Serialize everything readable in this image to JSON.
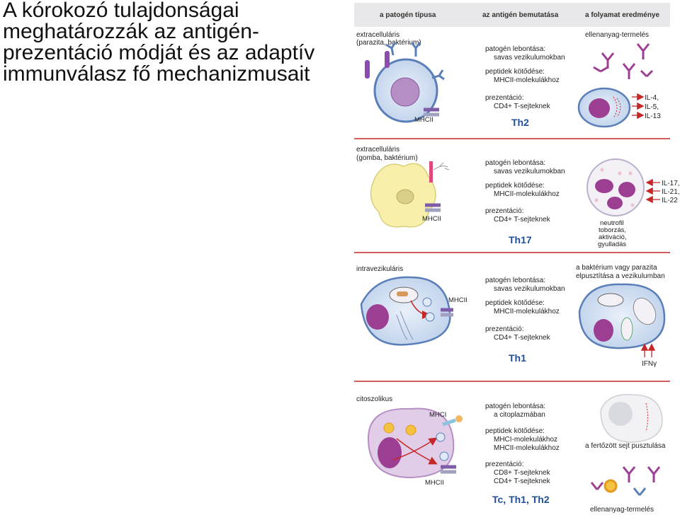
{
  "title": "A kórokozó tulajdonságai meghatározzák az antigén-prezentáció módját és az adaptív immunválasz fő mechanizmusait",
  "header": {
    "col1": "a patogén típusa",
    "col2": "az antigén bemutatása",
    "col3": "a folyamat eredménye"
  },
  "colors": {
    "header_bg": "#e8e8ea",
    "divider": "#c62828",
    "cell_fill": "#cfdcef",
    "cell_stroke": "#5a7fb8",
    "nucleus": "#9c3f93",
    "label_blue": "#1f4f9a"
  },
  "rows": [
    {
      "pathogen_line1": "extracelluláris",
      "pathogen_line2": "(parazita, baktérium)",
      "mhc": "MHCII",
      "degradation_label": "patogén lebontása:",
      "degradation_value": "savas vezikulumokban",
      "binding_label": "peptidek kötődése:",
      "binding_value1": "MHCII-molekulákhoz",
      "binding_value2": "",
      "presentation_label": "prezentáció:",
      "presentation_value1": "CD4+ T-sejteknek",
      "presentation_value2": "",
      "cell_type": "Th2",
      "outcome_label": "ellenanyag-termelés",
      "cytokines": [
        "IL-4,",
        "IL-5,",
        "IL-13"
      ]
    },
    {
      "pathogen_line1": "extracelluláris",
      "pathogen_line2": "(gomba, baktérium)",
      "mhc": "MHCII",
      "degradation_label": "patogén lebontása:",
      "degradation_value": "savas vezikulumokban",
      "binding_label": "peptidek kötődése:",
      "binding_value1": "MHCII-molekulákhoz",
      "binding_value2": "",
      "presentation_label": "prezentáció:",
      "presentation_value1": "CD4+ T-sejteknek",
      "presentation_value2": "",
      "cell_type": "Th17",
      "outcome_lines": [
        "neutrofil",
        "toborzás,",
        "aktiváció,",
        "gyulladás"
      ],
      "cytokines": [
        "IL-17,",
        "IL-21,",
        "IL-22"
      ]
    },
    {
      "pathogen_line1": "intravezikuláris",
      "pathogen_line2": "",
      "mhc": "MHCII",
      "degradation_label": "patogén lebontása:",
      "degradation_value": "savas vezikulumokban",
      "binding_label": "peptidek kötődése:",
      "binding_value1": "MHCII-molekulákhoz",
      "binding_value2": "",
      "presentation_label": "prezentáció:",
      "presentation_value1": "CD4+ T-sejteknek",
      "presentation_value2": "",
      "cell_type": "Th1",
      "outcome_line1": "a baktérium vagy parazita",
      "outcome_line2": "elpusztítása a vezikulumban",
      "cytokine": "IFNγ"
    },
    {
      "pathogen_line1": "citoszolikus",
      "pathogen_line2": "",
      "mhc_top": "MHCI",
      "mhc": "MHCII",
      "degradation_label": "patogén lebontása:",
      "degradation_value": "a citoplazmában",
      "binding_label": "peptidek kötődése:",
      "binding_value1": "MHCI-molekulákhoz",
      "binding_value2": "MHCII-molekulákhoz",
      "presentation_label": "prezentáció:",
      "presentation_value1": "CD8+ T-sejteknek",
      "presentation_value2": "CD4+ T-sejteknek",
      "cell_type": "Tc, Th1, Th2",
      "outcome_line1": "a fertőzött sejt pusztulása",
      "outcome_label": "ellenanyag-termelés"
    }
  ]
}
